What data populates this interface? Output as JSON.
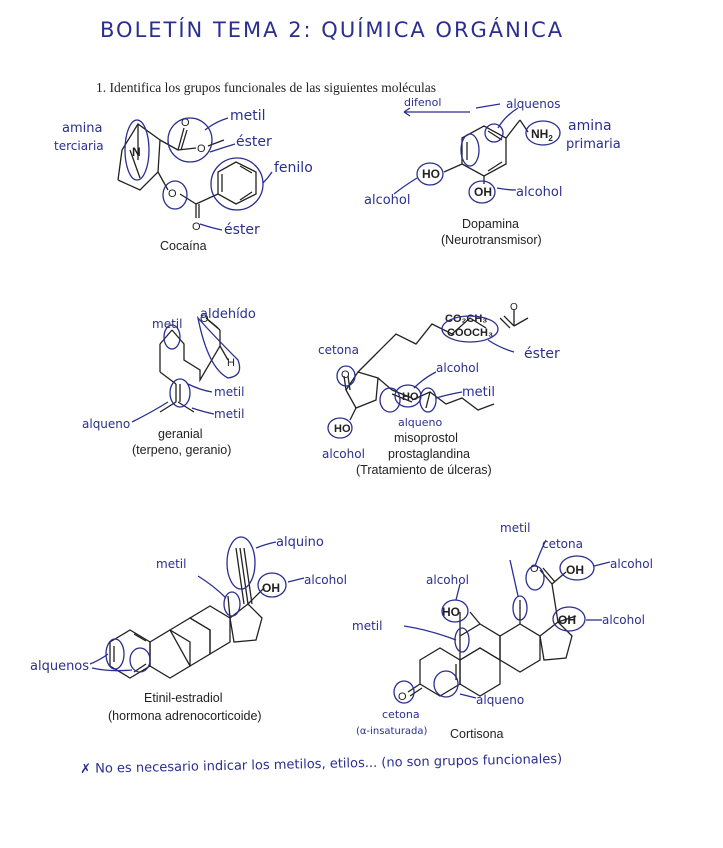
{
  "header": {
    "title": "BOLETÍN  TEMA 2: QUÍMICA ORGÁNICA"
  },
  "exercise": {
    "question": "1. Identifica los grupos funcionales de las siguientes moléculas"
  },
  "molecules": {
    "cocaina": {
      "name": "Cocaína",
      "atoms": {
        "n": "N",
        "o1": "O",
        "o2": "O",
        "o3": "O",
        "o4": "O"
      },
      "notes": {
        "amina": "amina",
        "terciaria": "terciaria",
        "metil": "metil",
        "ester1": "éster",
        "fenilo": "fenilo",
        "ester2": "éster"
      }
    },
    "dopamina": {
      "name": "Dopamina",
      "subtitle": "(Neurotransmisor)",
      "atoms": {
        "nh2": "NH",
        "nh2_sub": "2",
        "ho": "HO",
        "oh": "OH"
      },
      "notes": {
        "difenol": "difenol",
        "alquenos": "alquenos",
        "amina": "amina",
        "primaria": "primaria",
        "alcohol1": "alcohol",
        "alcohol2": "alcohol"
      }
    },
    "geranial": {
      "name": "geranial",
      "subtitle": "(terpeno, geranio)",
      "atoms": {
        "o": "O",
        "h": "H"
      },
      "notes": {
        "metil1": "metil",
        "aldehido": "aldehído",
        "metil2": "metil",
        "metil3": "metil",
        "alqueno": "alqueno"
      }
    },
    "misoprostol": {
      "name": "misoprostol",
      "subtitle1": "prostaglandina",
      "subtitle2": "(Tratamiento de úlceras)",
      "atoms": {
        "co2ch3": "CO₂CH₃",
        "cooch3": "COOCH₃",
        "o_ring": "O",
        "ho1": "HO",
        "ho2": "HO",
        "o_est": "O"
      },
      "notes": {
        "cetona": "cetona",
        "ester": "éster",
        "alcohol1": "alcohol",
        "metil": "metil",
        "alqueno": "alqueno",
        "alcohol2": "alcohol"
      }
    },
    "etinil": {
      "name": "Etinil-estradiol",
      "subtitle": "(hormona adrenocorticoide)",
      "atoms": {
        "oh": "OH"
      },
      "notes": {
        "metil": "metil",
        "alquino": "alquino",
        "alcohol": "alcohol",
        "alquenos": "alquenos"
      }
    },
    "cortisona": {
      "name": "Cortisona",
      "atoms": {
        "ho": "HO",
        "oh1": "OH",
        "oh2": "OH",
        "o1": "O",
        "o2": "O"
      },
      "notes": {
        "metil1": "metil",
        "cetona1": "cetona",
        "alcohol1": "alcohol",
        "alcohol2": "alcohol",
        "alcohol3": "alcohol",
        "metil2": "metil",
        "alqueno": "alqueno",
        "cetona2": "cetona",
        "a_insaturada": "(α-insaturada)"
      }
    }
  },
  "footnote": "✗ No es necesario indicar los metilos, etilos... (no son grupos funcionales)",
  "colors": {
    "ink": "#2a2f8f",
    "print": "#222222",
    "paper": "#ffffff"
  }
}
